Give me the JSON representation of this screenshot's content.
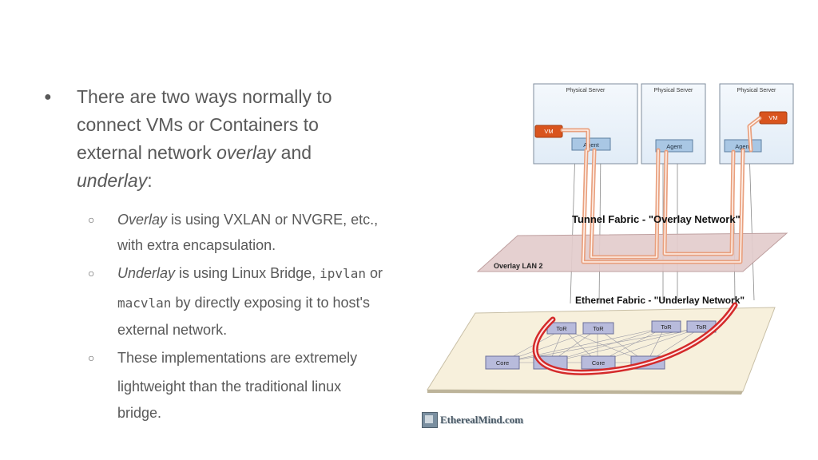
{
  "bullets": {
    "main": {
      "line1": "There are two ways normally to",
      "line2": "connect VMs or Containers to",
      "line3_pre": "external network ",
      "line3_em": "overlay",
      "line3_post": " and",
      "line4_em": "underlay",
      "line4_post": ":"
    },
    "sub1": {
      "em": "Overlay",
      "text": " is using VXLAN or NVGRE, etc.,",
      "text2": "with extra encapsulation."
    },
    "sub2": {
      "em": "Underlay",
      "text": " is using Linux Bridge, ",
      "code1": "ipvlan",
      "text_or": " or",
      "code2": "macvlan",
      "text2": " by directly exposing it to host's",
      "text3": "external network."
    },
    "sub3": {
      "text": "These implementations are extremely",
      "text2": "lightweight than the traditional linux",
      "text3": "bridge."
    },
    "bullet_main": "●",
    "bullet_sub": "○"
  },
  "diagram": {
    "servers": [
      {
        "label": "Physical  Server",
        "agent": "Agent",
        "vm": "VM"
      },
      {
        "label": "Physical  Server",
        "agent": "Agent"
      },
      {
        "label": "Physical  Server",
        "agent": "Agent",
        "vm": "VM"
      }
    ],
    "tunnel_label": "Tunnel Fabric - \"Overlay Network\"",
    "overlay_lan": "Overlay LAN 2",
    "ethernet_label": "Ethernet Fabric - \"Underlay Network\"",
    "tor_label": "ToR",
    "core_label": "Core",
    "watermark": "EtherealMind.com",
    "colors": {
      "vm": "#d9541e",
      "agent": "#a9c7e4",
      "server_bg": "#eaf2fa",
      "overlay_plane": "#e3cccc",
      "underlay_plane": "#f7f0dc",
      "tor": "#b8bbdc",
      "tube_red": "#d42a2a",
      "tube_orange": "#e9a07e"
    }
  }
}
